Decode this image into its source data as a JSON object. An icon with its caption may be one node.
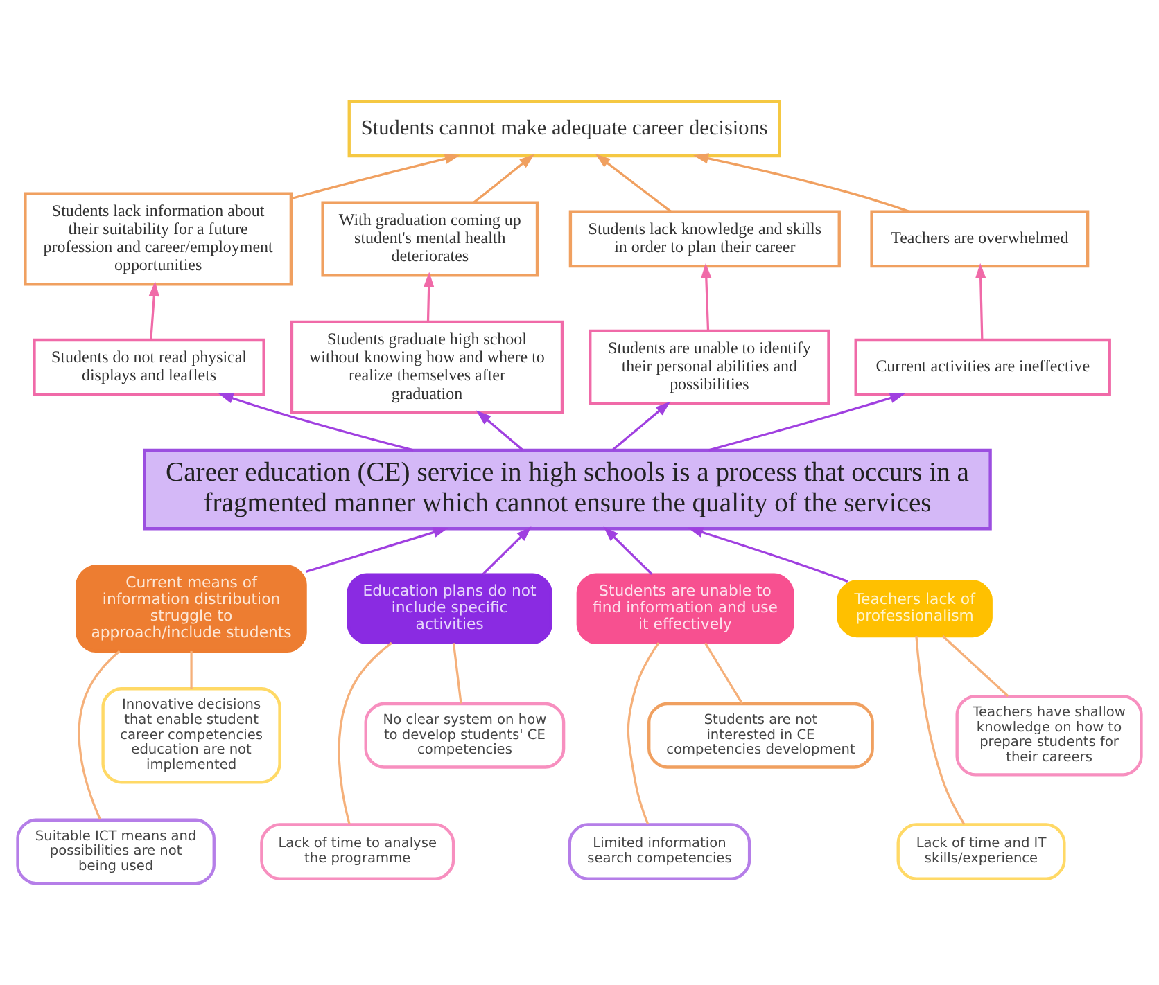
{
  "diagram": {
    "nodes": [
      {
        "text": [
          "Students cannot make adequate career decisions"
        ]
      },
      {
        "text": [
          "Students lack information about their suitability for a future profession and career/employment opportunities"
        ]
      },
      {
        "text": [
          "With graduation coming up student's mental health deteriorates"
        ]
      },
      {
        "text": [
          "Students lack knowledge and skills in order to plan their career"
        ]
      },
      {
        "text": [
          "Teachers are overwhelmed"
        ]
      },
      {
        "text": [
          "Students do not read physical displays and leaflets"
        ]
      },
      {
        "text": [
          "Students graduate high school without knowing how and where to realize themselves after graduation"
        ]
      },
      {
        "text": [
          "Students are unable to identify their personal abilities and possibilities"
        ]
      },
      {
        "text": [
          "Current activities are ineffective"
        ]
      },
      {
        "text": [
          "Career education (CE) service in high schools is a process that occurs in a fragmented manner which cannot ensure the quality of the services"
        ]
      },
      {
        "text": [
          "Current means of information distribution struggle to approach/include students"
        ]
      },
      {
        "text": [
          "Innovative decisions that enable student career competencies education are not implemented"
        ]
      },
      {
        "text": [
          "Suitable ICT means and possibilities are not being used"
        ]
      },
      {
        "text": [
          "Education plans do not include specific activities"
        ]
      },
      {
        "text": [
          "No clear system on how to develop students' CE competencies"
        ]
      },
      {
        "text": [
          "Lack of time to analyse the programme"
        ]
      },
      {
        "text": [
          "Students are unable to find information and use it effectively"
        ]
      },
      {
        "text": [
          "Students are not interested in CE competencies development"
        ]
      },
      {
        "text": [
          "Limited information search competencies"
        ]
      },
      {
        "text": [
          "Teachers lack of professionalism"
        ]
      },
      {
        "text": [
          "Teachers have shallow knowledge on how to prepare students for their careers"
        ]
      },
      {
        "text": [
          "Lack of time and IT skills/experience"
        ]
      }
    ],
    "edges": [
      {
        "from": 1,
        "to": 0,
        "arrow": "to",
        "color": "#f0a060"
      },
      {
        "from": 2,
        "to": 0,
        "arrow": "to",
        "color": "#f0a060"
      },
      {
        "from": 3,
        "to": 0,
        "arrow": "to",
        "color": "#f0a060"
      },
      {
        "from": 4,
        "to": 0,
        "arrow": "to",
        "color": "#f0a060"
      },
      {
        "from": 5,
        "to": 1,
        "arrow": "to",
        "color": "#f06aa8"
      },
      {
        "from": 6,
        "to": 2,
        "arrow": "to",
        "color": "#f06aa8"
      },
      {
        "from": 7,
        "to": 3,
        "arrow": "to",
        "color": "#f06aa8"
      },
      {
        "from": 8,
        "to": 4,
        "arrow": "to",
        "color": "#f06aa8"
      },
      {
        "from": 9,
        "to": 5,
        "arrow": "to"
      },
      {
        "from": 9,
        "to": 6,
        "arrow": "to"
      },
      {
        "from": 9,
        "to": 7,
        "arrow": "to"
      },
      {
        "from": 9,
        "to": 8,
        "arrow": "to"
      },
      {
        "from": 10,
        "to": 9,
        "arrow": "to"
      },
      {
        "from": 13,
        "to": 9,
        "arrow": "to"
      },
      {
        "from": 16,
        "to": 9,
        "arrow": "to"
      },
      {
        "from": 19,
        "to": 9,
        "arrow": "to"
      },
      {
        "from": 10,
        "to": 11,
        "arrow": "none",
        "color": "#f5b07a"
      },
      {
        "from": 10,
        "to": 12,
        "arrow": "none",
        "color": "#f5b07a"
      },
      {
        "from": 13,
        "to": 14,
        "arrow": "none",
        "color": "#f5b07a"
      },
      {
        "from": 13,
        "to": 15,
        "arrow": "none",
        "color": "#f5b07a"
      },
      {
        "from": 16,
        "to": 17,
        "arrow": "none",
        "color": "#f5b07a"
      },
      {
        "from": 16,
        "to": 18,
        "arrow": "none",
        "color": "#f5b07a"
      },
      {
        "from": 19,
        "to": 20,
        "arrow": "none",
        "color": "#f5b07a"
      },
      {
        "from": 19,
        "to": 21,
        "arrow": "none",
        "color": "#f5b07a"
      }
    ]
  }
}
